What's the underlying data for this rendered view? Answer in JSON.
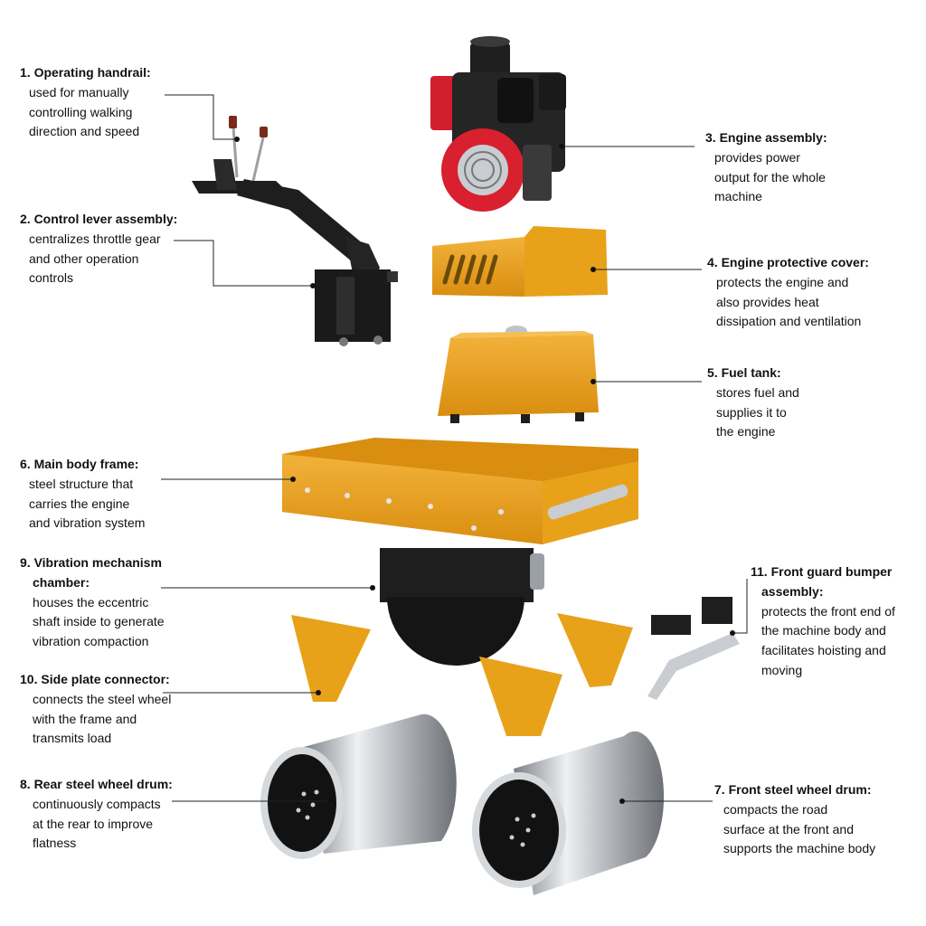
{
  "colors": {
    "frame_yellow": "#E8A21A",
    "frame_shadow": "#B97A0C",
    "engine_red": "#D8202F",
    "metal_dark": "#1E1E1E",
    "steel": "#C9CDD2",
    "leader": "#222222"
  },
  "components": [
    {
      "key": "handrail",
      "title": "1. Operating handrail:",
      "desc": [
        "used for manually",
        "controlling walking",
        "direction and speed"
      ]
    },
    {
      "key": "control_lever",
      "title": "2. Control lever assembly:",
      "desc": [
        "centralizes throttle gear",
        "and other operation",
        "controls"
      ]
    },
    {
      "key": "engine",
      "title": "3. Engine assembly:",
      "desc": [
        "provides power",
        "output for the whole",
        "machine"
      ]
    },
    {
      "key": "engine_cover",
      "title": "4. Engine protective cover:",
      "desc": [
        "protects the engine and",
        "also provides heat",
        "dissipation and ventilation"
      ]
    },
    {
      "key": "fuel_tank",
      "title": "5. Fuel tank:",
      "desc": [
        "stores fuel and",
        "supplies it to",
        "the engine"
      ]
    },
    {
      "key": "main_frame",
      "title": "6. Main body frame:",
      "desc": [
        "steel structure that",
        "carries the engine",
        "and vibration system"
      ]
    },
    {
      "key": "vibration",
      "title": "9. Vibration mechanism chamber:",
      "title_lines": [
        "9. Vibration mechanism",
        "chamber:"
      ],
      "desc": [
        "houses the eccentric",
        "shaft inside to generate",
        "vibration compaction"
      ]
    },
    {
      "key": "side_plate",
      "title": "10. Side plate connector:",
      "desc": [
        "connects the steel wheel",
        "with the frame and",
        "transmits load"
      ]
    },
    {
      "key": "rear_drum",
      "title": "8. Rear steel wheel drum:",
      "desc": [
        "continuously compacts",
        "at the rear to improve",
        "flatness"
      ]
    },
    {
      "key": "bumper",
      "title": "11. Front guard bumper assembly:",
      "title_lines": [
        "11. Front guard bumper",
        "assembly:"
      ],
      "desc": [
        "protects the front end of",
        "the machine body and",
        "facilitates hoisting and",
        "moving"
      ]
    },
    {
      "key": "front_drum",
      "title": "7. Front steel wheel drum:",
      "desc": [
        "compacts the road",
        "surface at the front and",
        "supports the machine body"
      ]
    }
  ]
}
